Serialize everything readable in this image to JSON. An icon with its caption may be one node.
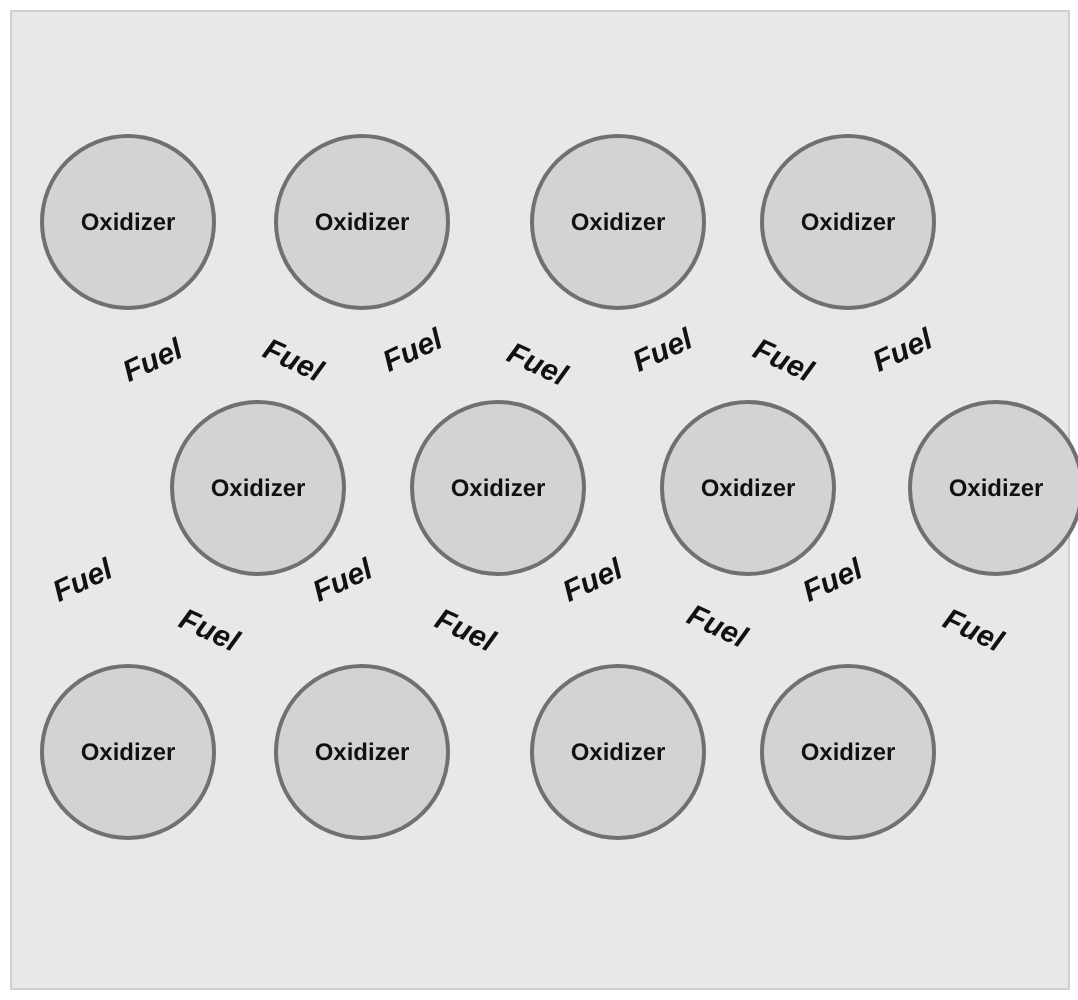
{
  "diagram": {
    "nodes": [
      {
        "text": [
          "Oxidizer"
        ]
      },
      {
        "text": [
          "Oxidizer"
        ]
      },
      {
        "text": [
          "Oxidizer"
        ]
      },
      {
        "text": [
          "Oxidizer"
        ]
      },
      {
        "text": [
          "Oxidizer"
        ]
      },
      {
        "text": [
          "Oxidizer"
        ]
      },
      {
        "text": [
          "Oxidizer"
        ]
      },
      {
        "text": [
          "Oxidizer"
        ]
      },
      {
        "text": [
          "Oxidizer"
        ]
      },
      {
        "text": [
          "Oxidizer"
        ]
      },
      {
        "text": [
          "Oxidizer"
        ]
      },
      {
        "text": [
          "Oxidizer"
        ]
      }
    ],
    "labels": [
      "Fuel",
      "Fuel",
      "Fuel",
      "Fuel",
      "Fuel",
      "Fuel",
      "Fuel",
      "Fuel",
      "Fuel",
      "Fuel",
      "Fuel",
      "Fuel",
      "Fuel",
      "Fuel",
      "Fuel"
    ]
  }
}
